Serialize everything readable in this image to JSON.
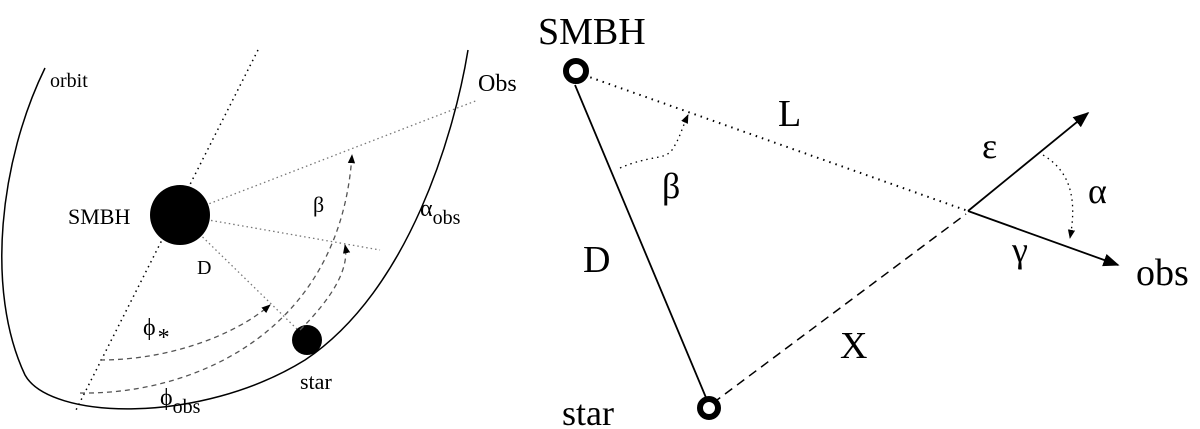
{
  "left_panel": {
    "orbit_label": "orbit",
    "obs_label": "Obs",
    "smbh_label": "SMBH",
    "beta_label": "β",
    "alpha_label": "α",
    "alpha_sub": "obs",
    "d_label": "D",
    "phi_star_label": "ϕ",
    "phi_star_sub": "*",
    "phi_obs_label": "ϕ",
    "phi_obs_sub": "obs",
    "star_label": "star"
  },
  "right_panel": {
    "smbh_label": "SMBH",
    "l_label": "L",
    "beta_label": "β",
    "d_label": "D",
    "epsilon_label": "ε",
    "alpha_label": "α",
    "gamma_label": "γ",
    "obs_label": "obs",
    "x_label": "X",
    "star_label": "star"
  }
}
